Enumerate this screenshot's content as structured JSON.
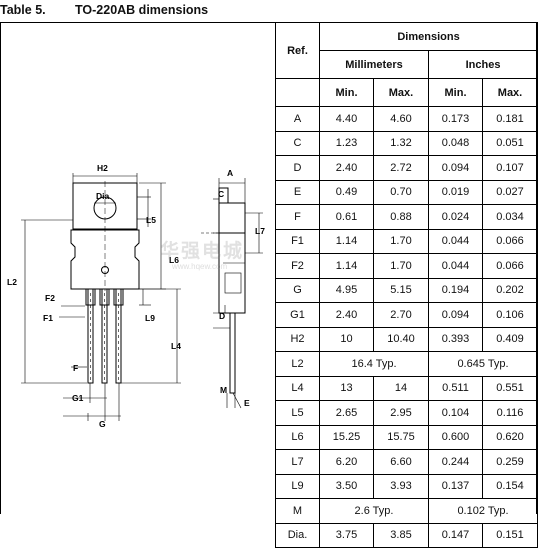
{
  "caption": {
    "table_no": "Table 5.",
    "title": "TO-220AB dimensions"
  },
  "drawing_labels": {
    "H2": "H2",
    "Dia": "Dia",
    "L5": "L5",
    "L6": "L6",
    "L2": "L2",
    "F2": "F2",
    "F1": "F1",
    "L9": "L9",
    "L4": "L4",
    "F": "F",
    "G1": "G1",
    "G": "G",
    "A": "A",
    "C": "C",
    "L7": "L7",
    "D": "D",
    "M": "M",
    "E": "E"
  },
  "watermark": {
    "text": "华强电城",
    "sub": "www.hqew.com"
  },
  "table": {
    "header_ref": "Ref.",
    "header_dimensions": "Dimensions",
    "header_mm": "Millimeters",
    "header_in": "Inches",
    "sub_headers": [
      "Min.",
      "Max.",
      "Min.",
      "Max."
    ],
    "rows": [
      {
        "ref": "A",
        "mm_min": "4.40",
        "mm_max": "4.60",
        "in_min": "0.173",
        "in_max": "0.181"
      },
      {
        "ref": "C",
        "mm_min": "1.23",
        "mm_max": "1.32",
        "in_min": "0.048",
        "in_max": "0.051"
      },
      {
        "ref": "D",
        "mm_min": "2.40",
        "mm_max": "2.72",
        "in_min": "0.094",
        "in_max": "0.107"
      },
      {
        "ref": "E",
        "mm_min": "0.49",
        "mm_max": "0.70",
        "in_min": "0.019",
        "in_max": "0.027"
      },
      {
        "ref": "F",
        "mm_min": "0.61",
        "mm_max": "0.88",
        "in_min": "0.024",
        "in_max": "0.034"
      },
      {
        "ref": "F1",
        "mm_min": "1.14",
        "mm_max": "1.70",
        "in_min": "0.044",
        "in_max": "0.066"
      },
      {
        "ref": "F2",
        "mm_min": "1.14",
        "mm_max": "1.70",
        "in_min": "0.044",
        "in_max": "0.066"
      },
      {
        "ref": "G",
        "mm_min": "4.95",
        "mm_max": "5.15",
        "in_min": "0.194",
        "in_max": "0.202"
      },
      {
        "ref": "G1",
        "mm_min": "2.40",
        "mm_max": "2.70",
        "in_min": "0.094",
        "in_max": "0.106"
      },
      {
        "ref": "H2",
        "mm_min": "10",
        "mm_max": "10.40",
        "in_min": "0.393",
        "in_max": "0.409"
      },
      {
        "ref": "L2",
        "mm_typ": "16.4 Typ.",
        "in_typ": "0.645 Typ."
      },
      {
        "ref": "L4",
        "mm_min": "13",
        "mm_max": "14",
        "in_min": "0.511",
        "in_max": "0.551"
      },
      {
        "ref": "L5",
        "mm_min": "2.65",
        "mm_max": "2.95",
        "in_min": "0.104",
        "in_max": "0.116"
      },
      {
        "ref": "L6",
        "mm_min": "15.25",
        "mm_max": "15.75",
        "in_min": "0.600",
        "in_max": "0.620"
      },
      {
        "ref": "L7",
        "mm_min": "6.20",
        "mm_max": "6.60",
        "in_min": "0.244",
        "in_max": "0.259"
      },
      {
        "ref": "L9",
        "mm_min": "3.50",
        "mm_max": "3.93",
        "in_min": "0.137",
        "in_max": "0.154"
      },
      {
        "ref": "M",
        "mm_typ": "2.6 Typ.",
        "in_typ": "0.102 Typ."
      },
      {
        "ref": "Dia.",
        "mm_min": "3.75",
        "mm_max": "3.85",
        "in_min": "0.147",
        "in_max": "0.151"
      }
    ]
  }
}
